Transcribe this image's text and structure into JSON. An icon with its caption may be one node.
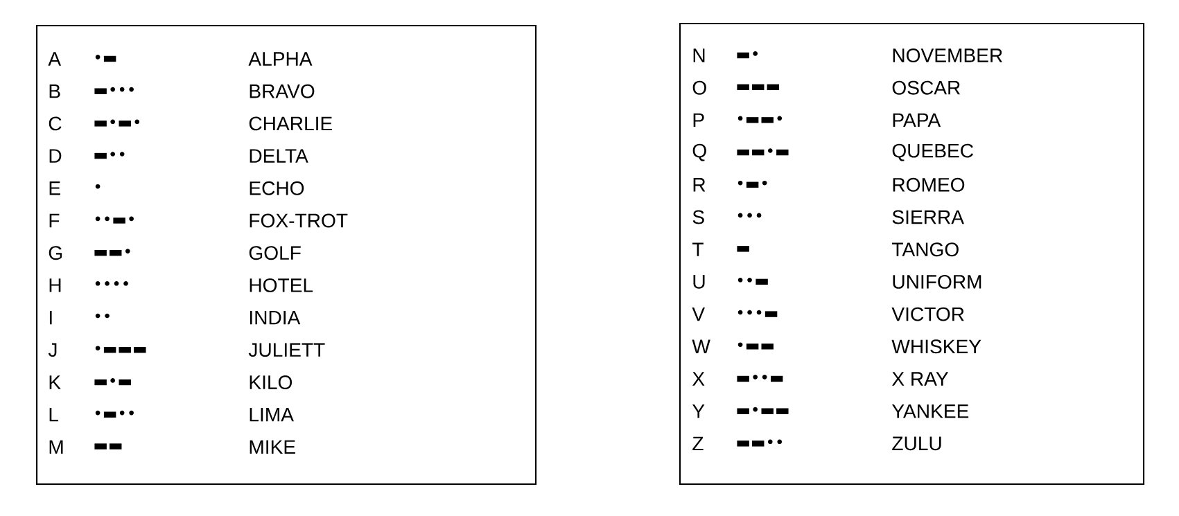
{
  "diagram": {
    "nodes": [
      {
        "text": [
          "A",
          "•▬",
          "ALPHA",
          "B",
          "▬•••",
          "BRAVO",
          "C",
          "▬•▬•",
          "CHARLIE",
          "D",
          "▬••",
          "DELTA",
          "E",
          "•",
          "ECHO",
          "F",
          "••▬•",
          "FOX-TROT",
          "G",
          "▬▬•",
          "GOLF",
          "H",
          "••••",
          "HOTEL",
          "I",
          "••",
          "INDIA",
          "J",
          "•▬▬▬",
          "JULIETT",
          "K",
          "▬•▬",
          "KILO",
          "L",
          "•▬••",
          "LIMA",
          "M",
          "▬▬",
          "MIKE"
        ]
      },
      {
        "text": [
          "N",
          "▬•",
          "NOVEMBER",
          "O",
          "▬▬▬",
          "OSCAR",
          "P",
          "•▬▬•",
          "PAPA",
          "Q",
          "▬▬•▬",
          "QUEBEC",
          "R",
          "•▬•",
          "ROMEO",
          "S",
          "•••",
          "SIERRA",
          "T",
          "▬",
          "TANGO",
          "U",
          "••▬",
          "UNIFORM",
          "V",
          "•••▬",
          "VICTOR",
          "W",
          "•▬▬",
          "WHISKEY",
          "X",
          "▬••▬",
          "X RAY",
          "Y",
          "▬•▬▬",
          "YANKEE",
          "Z",
          "▬▬••",
          "ZULU"
        ]
      }
    ]
  }
}
